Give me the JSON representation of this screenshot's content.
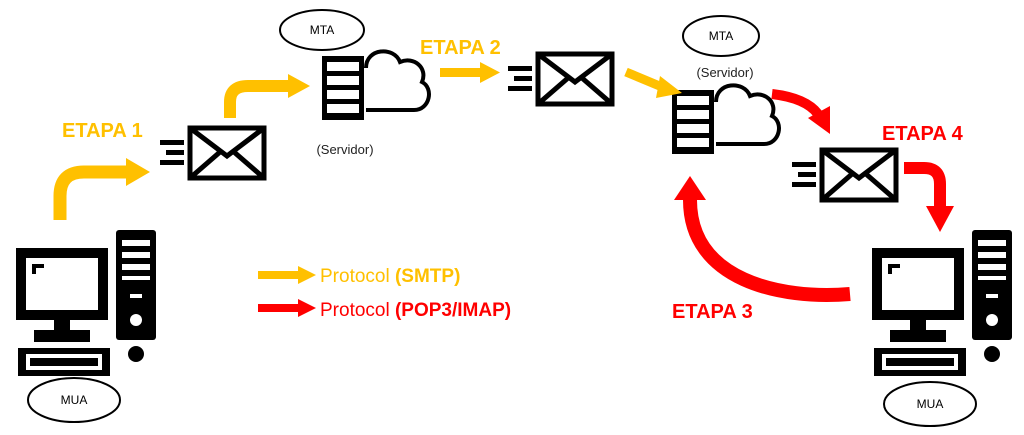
{
  "colors": {
    "smtp": "#FFC000",
    "pop": "#FF0000",
    "ink": "#000000"
  },
  "stages": {
    "stage1": "ETAPA 1",
    "stage2": "ETAPA 2",
    "stage3": "ETAPA 3",
    "stage4": "ETAPA 4"
  },
  "nodes": {
    "mua_left": "MUA",
    "mta_left": "MTA",
    "mta_left_server": "(Servidor)",
    "mta_right": "MTA",
    "mta_right_server": "(Servidor)",
    "mua_right": "MUA"
  },
  "legend": {
    "smtp_prefix": "Protocol ",
    "smtp_name": "(SMTP)",
    "pop_prefix": "Protocol ",
    "pop_name": "(POP3/IMAP)"
  },
  "icons": [
    "desktop-computer-icon",
    "server-icon",
    "cloud-icon",
    "email-envelope-icon",
    "arrow-icon"
  ]
}
